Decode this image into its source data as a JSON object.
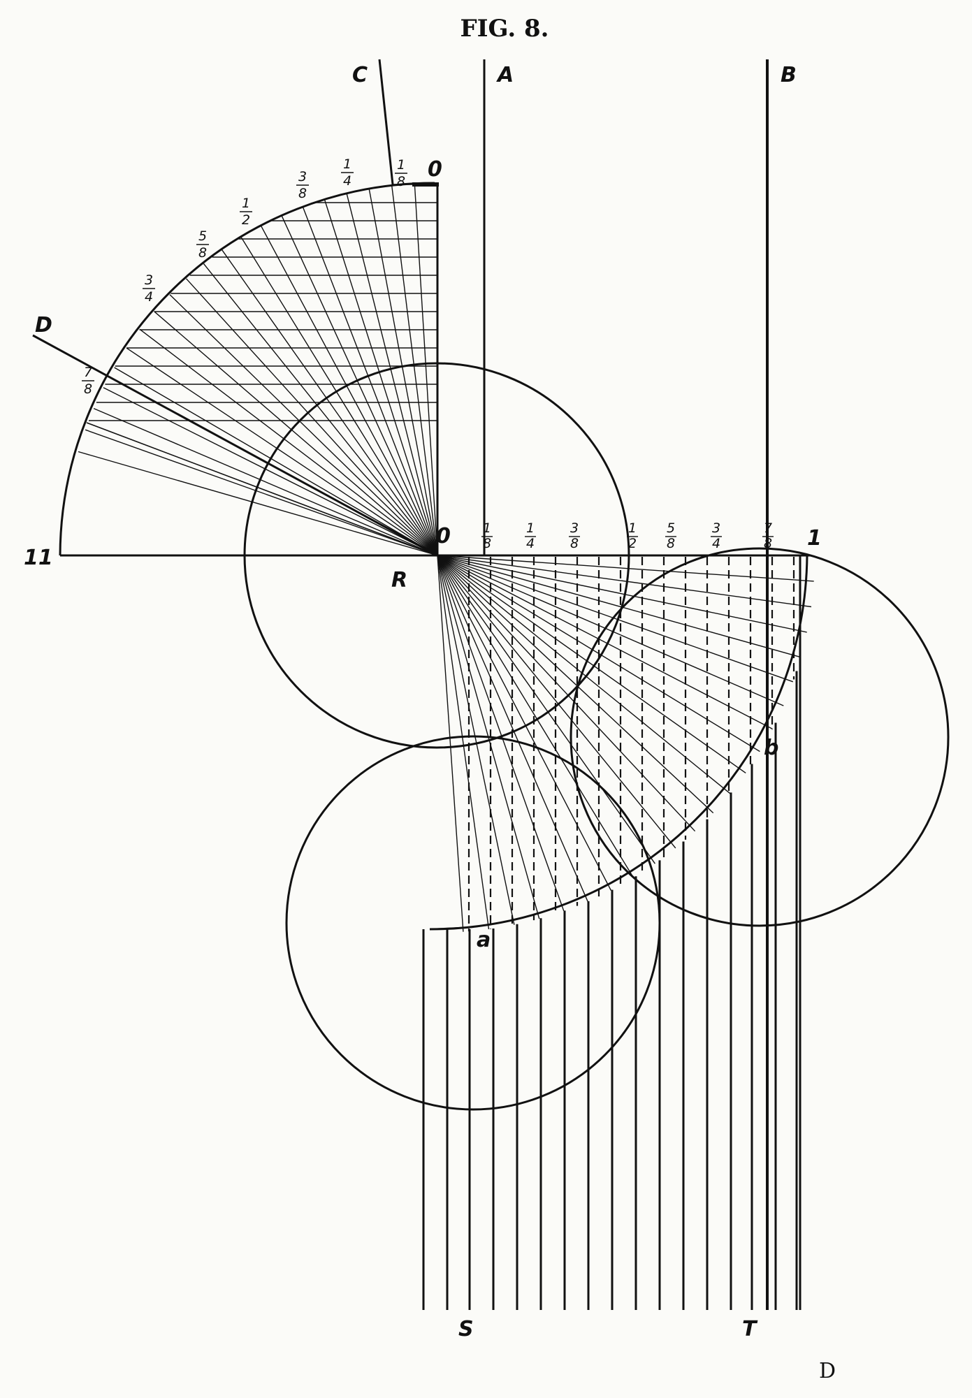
{
  "figure": {
    "title": "FIG. 8.",
    "corner_mark": "D"
  },
  "labels": {
    "C": "C",
    "A": "A",
    "B": "B",
    "D": "D",
    "top_zero": "0",
    "eleven": "11",
    "origin_zero": "0",
    "R": "R",
    "one": "1",
    "a": "a",
    "b": "b",
    "S": "S",
    "T": "T"
  },
  "arc_scale": [
    {
      "num": "1",
      "den": "8"
    },
    {
      "num": "1",
      "den": "4"
    },
    {
      "num": "3",
      "den": "8"
    },
    {
      "num": "1",
      "den": "2"
    },
    {
      "num": "5",
      "den": "8"
    },
    {
      "num": "3",
      "den": "4"
    },
    {
      "num": "7",
      "den": "8"
    }
  ],
  "horizontal_scale": [
    {
      "num": "1",
      "den": "8"
    },
    {
      "num": "1",
      "den": "4"
    },
    {
      "num": "3",
      "den": "8"
    },
    {
      "num": "1",
      "den": "2"
    },
    {
      "num": "5",
      "den": "8"
    },
    {
      "num": "3",
      "den": "4"
    },
    {
      "num": "7",
      "den": "8"
    }
  ]
}
